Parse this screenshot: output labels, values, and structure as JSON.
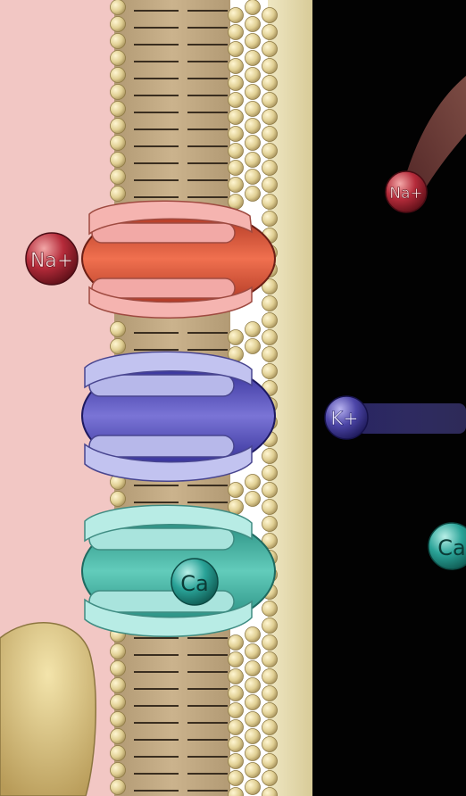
{
  "ions": {
    "na_left": "Na+",
    "na_right": "Na+",
    "k_right": "K+",
    "ca_channel": "Ca",
    "ca_right": "Ca"
  },
  "colors": {
    "extracellular": "#f2c7c4",
    "intracellular": "#000000",
    "membrane_core": "#c4ad86",
    "lipid_head": "#e6d8a2",
    "cytoplasm_edge": "#e9dfb4",
    "na_channel": "#e56b4e",
    "k_channel": "#6e66c8",
    "ca_channel": "#57c2b1",
    "na_ion": "#b32b38",
    "k_ion": "#4b44a3",
    "ca_ion": "#2aa398"
  }
}
